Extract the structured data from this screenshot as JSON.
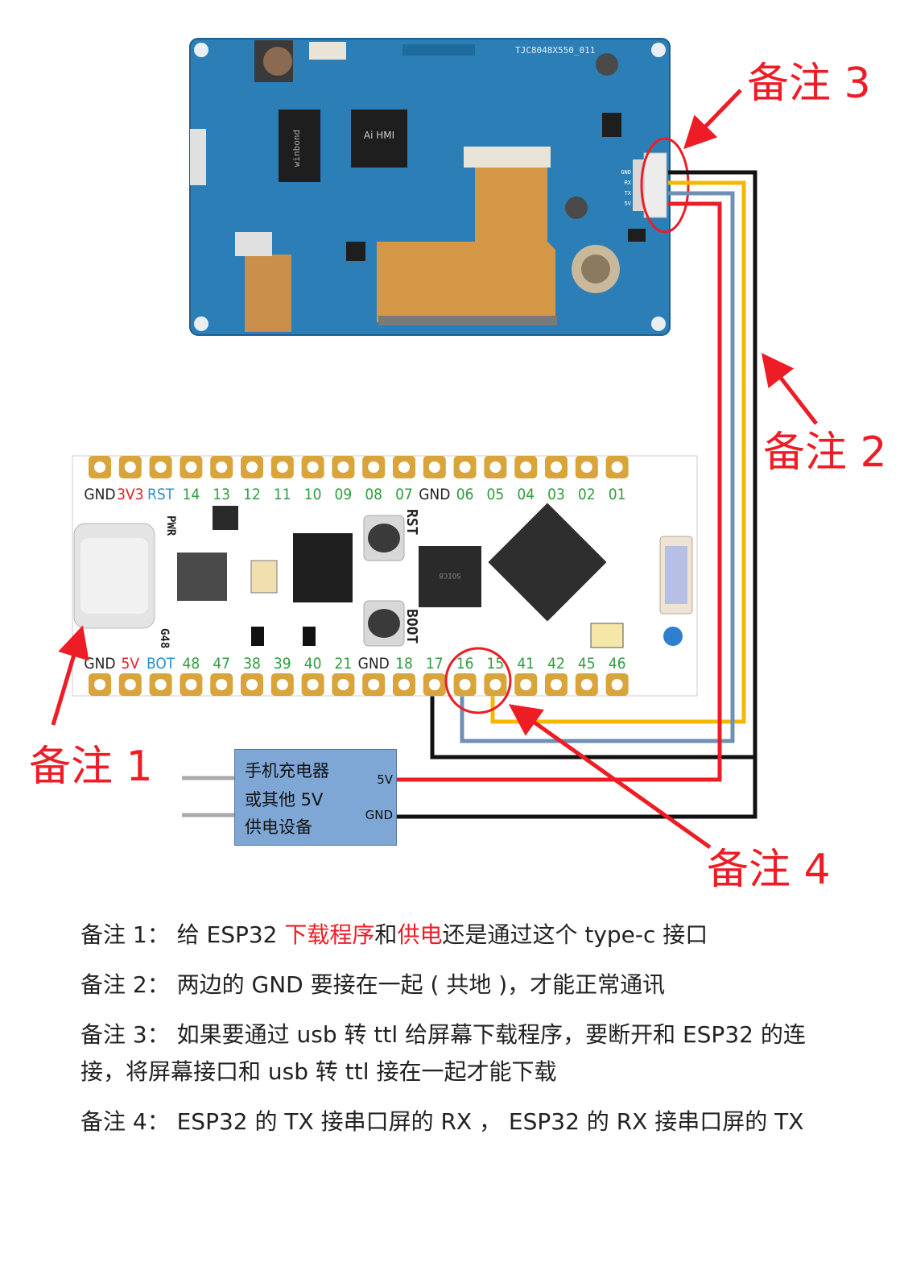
{
  "callouts": {
    "c1": "备注 1",
    "c2": "备注 2",
    "c3": "备注 3",
    "c4": "备注 4"
  },
  "lcd": {
    "model": "TJC8048X550_011",
    "chip_label": "Ai HMI",
    "flash_label": "winbond",
    "connector_labels": [
      "GND",
      "RX",
      "TX",
      "5V"
    ]
  },
  "esp32": {
    "top_pins": [
      "GND",
      "3V3",
      "RST",
      "14",
      "13",
      "12",
      "11",
      "10",
      "09",
      "08",
      "07",
      "GND",
      "06",
      "05",
      "04",
      "03",
      "02",
      "01"
    ],
    "bottom_pins": [
      "GND",
      "5V",
      "BOT",
      "48",
      "47",
      "38",
      "39",
      "40",
      "21",
      "GND",
      "18",
      "17",
      "16",
      "15",
      "41",
      "42",
      "45",
      "46"
    ],
    "labels": {
      "pwr": "PWR",
      "g48": "G48",
      "rst": "RST",
      "boot": "BOOT",
      "ic": "SOIC8"
    }
  },
  "supply": {
    "line1": "手机充电器",
    "line2": "或其他 5V",
    "line3": "供电设备",
    "pin_5v": "5V",
    "pin_gnd": "GND"
  },
  "notes": {
    "n1": {
      "prefix": "备注 1： 给 ESP32 ",
      "hl1": "下载程序",
      "mid": "和",
      "hl2": "供电",
      "suffix": "还是通过这个 type-c 接口"
    },
    "n2": "备注 2： 两边的 GND 要接在一起 ( 共地 )，才能正常通讯",
    "n3": "备注 3： 如果要通过 usb 转 ttl 给屏幕下载程序，要断开和 ESP32 的连接，将屏幕接口和 usb 转 ttl 接在一起才能下载",
    "n4": "备注 4： ESP32 的 TX 接串口屏的 RX ， ESP32 的 RX 接串口屏的 TX"
  },
  "colors": {
    "callout_red": "#ee1c24",
    "wire_black": "#111111",
    "wire_yellow": "#f5b800",
    "wire_blue": "#6f90b4",
    "wire_red": "#ee1c24",
    "lcd_pcb": "#2b7fb6",
    "esp_pcb": "#ffffff",
    "pad_gold": "#d9a53b",
    "pin_green": "#2e9e3e",
    "supply_box": "#7ea7d6"
  }
}
